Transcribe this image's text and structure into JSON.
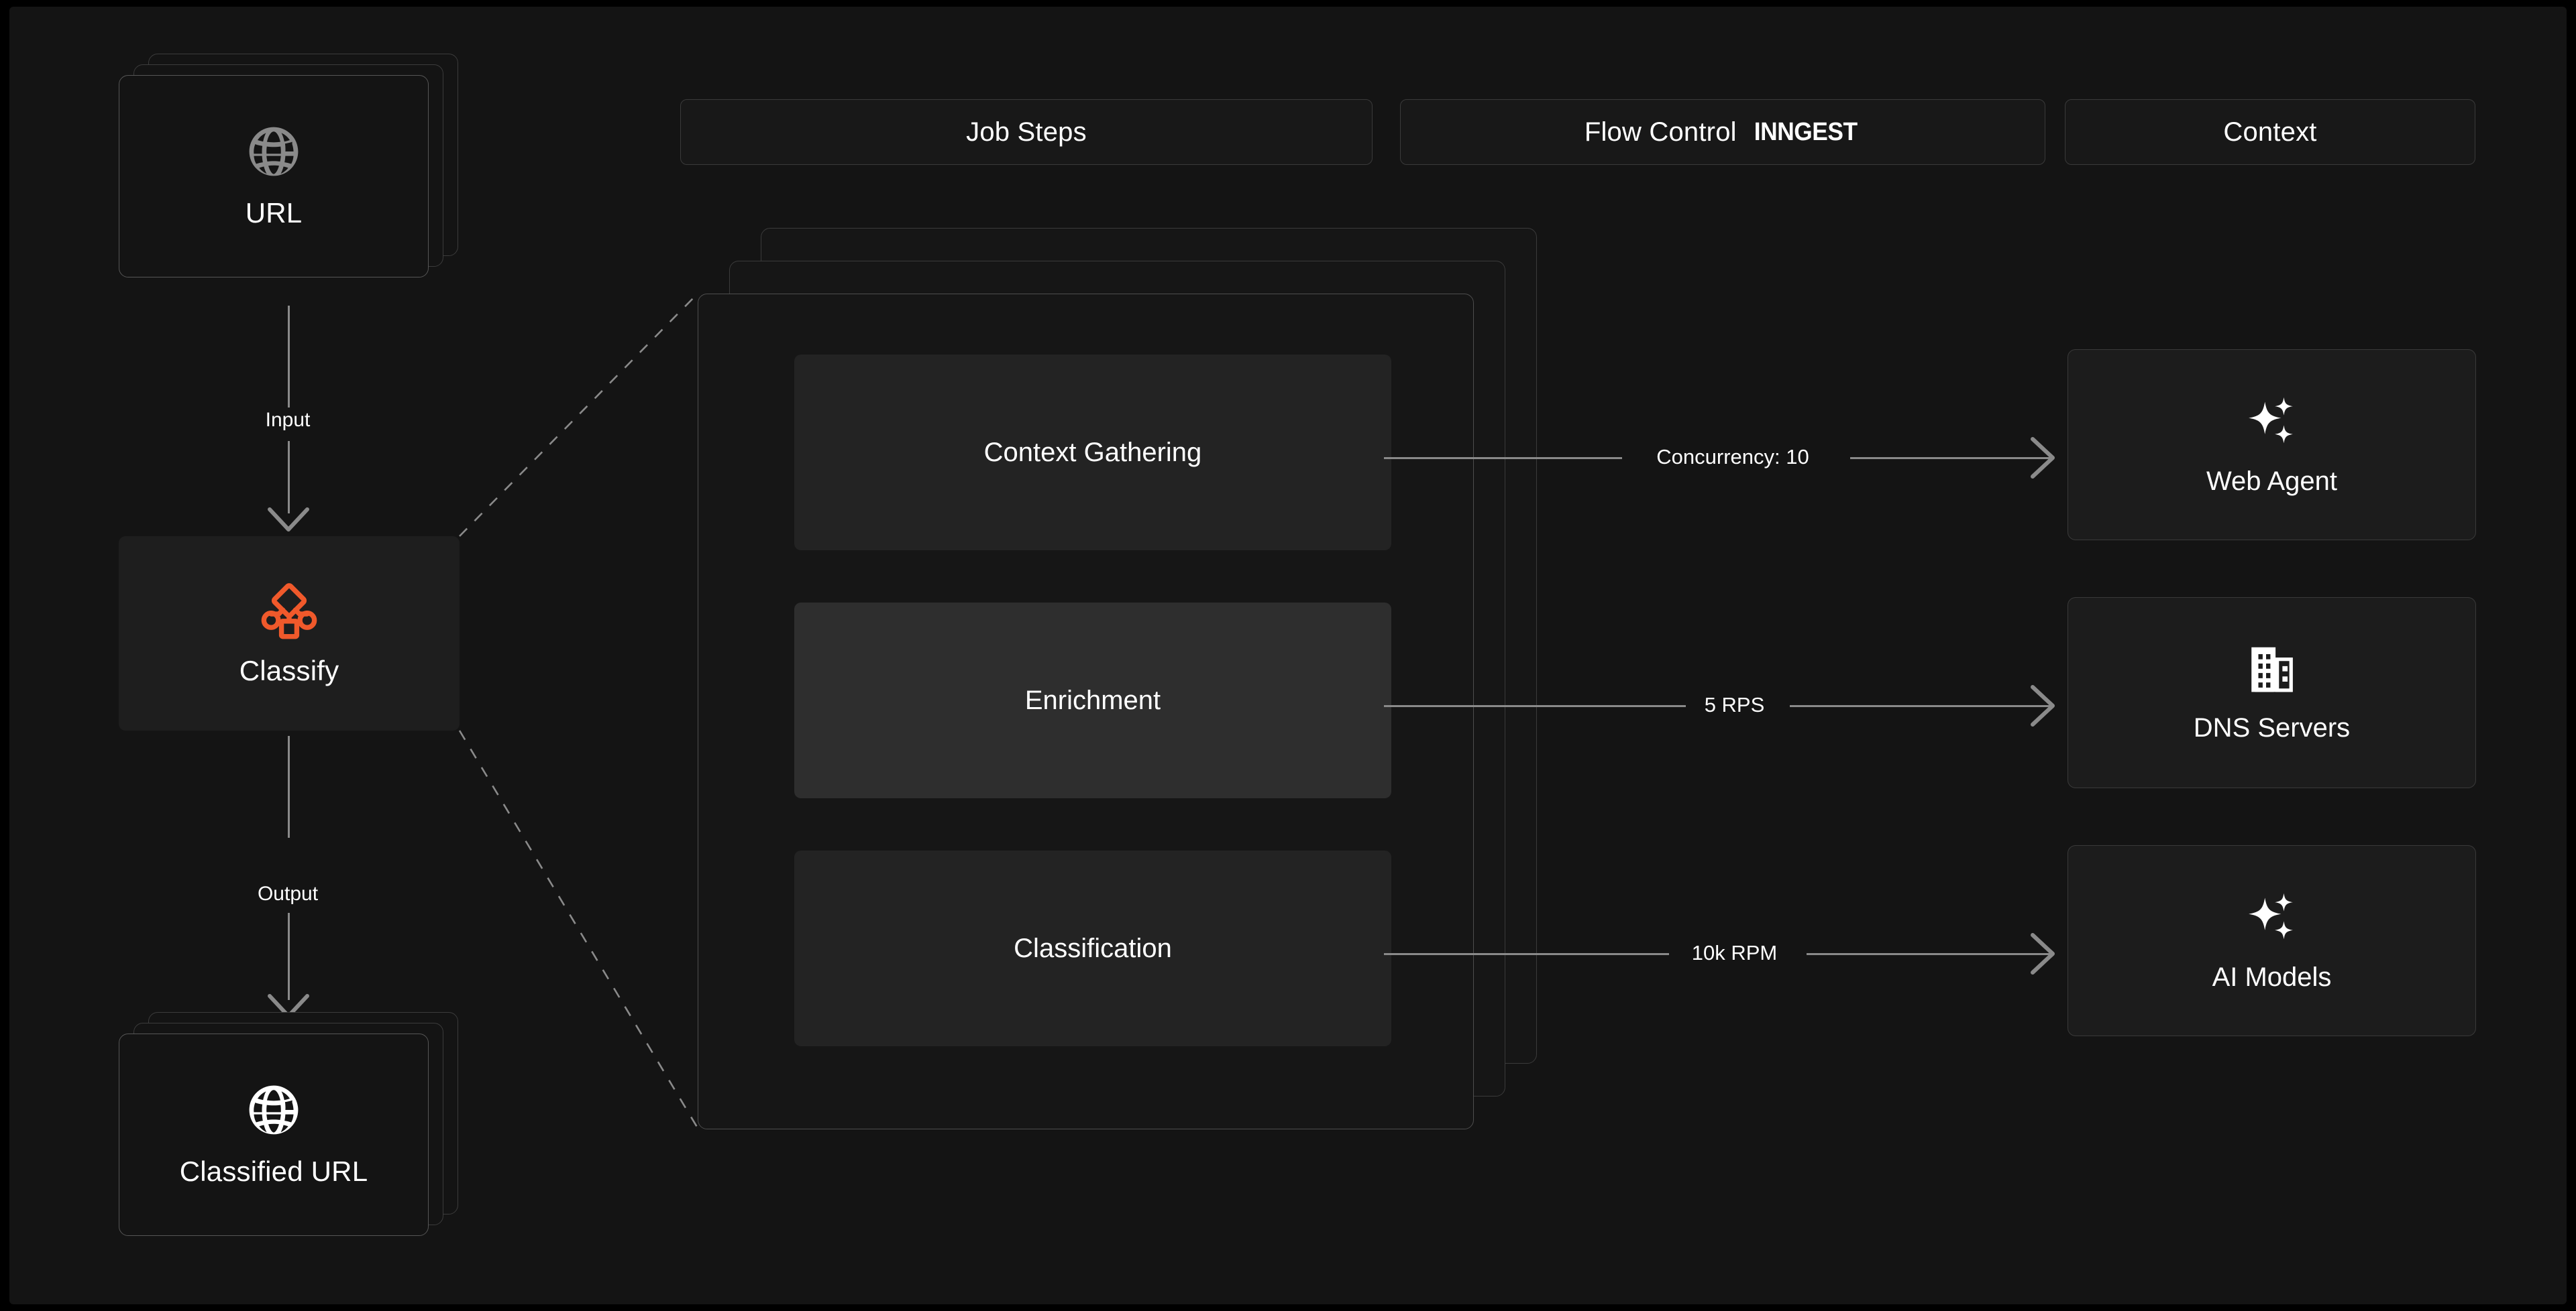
{
  "canvas": {
    "background": "#141414",
    "frame_background": "#000000",
    "accent_color": "#F0592B",
    "line_color": "#8A8A8A",
    "text_color": "#FFFFFF"
  },
  "headers": [
    {
      "id": "job-steps",
      "label": "Job Steps",
      "brand": ""
    },
    {
      "id": "flow-control",
      "label": "Flow Control",
      "brand": "INNGEST"
    },
    {
      "id": "context",
      "label": "Context",
      "brand": ""
    }
  ],
  "pipeline": {
    "input_node": {
      "label": "URL",
      "icon": "globe-icon",
      "icon_color": "#8A8A8A",
      "stacked": true,
      "layers": 3
    },
    "process_node": {
      "label": "Classify",
      "icon": "workflow-hierarchy-icon",
      "icon_color": "#F0592B"
    },
    "output_node": {
      "label": "Classified URL",
      "icon": "globe-icon",
      "icon_color": "#FFFFFF",
      "stacked": true,
      "layers": 3
    },
    "edges": [
      {
        "id": "input-edge",
        "label": "Input"
      },
      {
        "id": "output-edge",
        "label": "Output"
      }
    ]
  },
  "job_panel": {
    "stacked": true,
    "layers": 3,
    "steps": [
      {
        "id": "context-gathering",
        "label": "Context Gathering",
        "active": false
      },
      {
        "id": "enrichment",
        "label": "Enrichment",
        "active": true
      },
      {
        "id": "classification",
        "label": "Classification",
        "active": false
      }
    ]
  },
  "flow_control": {
    "connections": [
      {
        "id": "concurrency",
        "label": "Concurrency: 10",
        "target": "web-agent"
      },
      {
        "id": "throughput",
        "label": "5 RPS",
        "target": "dns-servers"
      },
      {
        "id": "rate-limit",
        "label": "10k RPM",
        "target": "ai-models"
      }
    ]
  },
  "context": {
    "resources": [
      {
        "id": "web-agent",
        "label": "Web Agent",
        "icon": "sparkles-icon"
      },
      {
        "id": "dns-servers",
        "label": "DNS Servers",
        "icon": "building-icon"
      },
      {
        "id": "ai-models",
        "label": "AI Models",
        "icon": "sparkles-icon"
      }
    ]
  }
}
